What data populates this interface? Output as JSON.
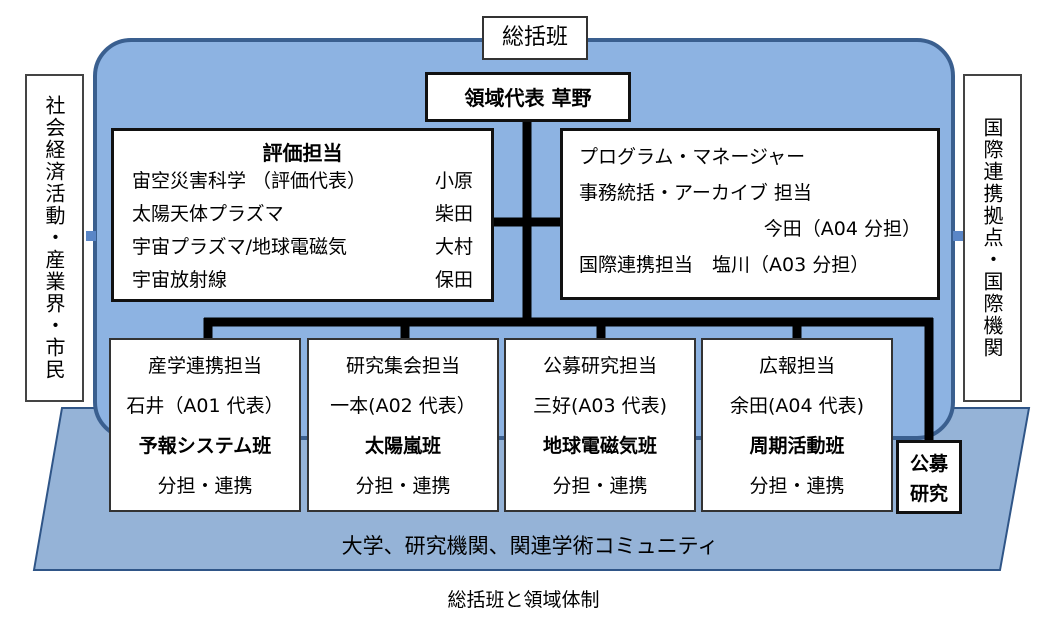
{
  "colors": {
    "panel": "#8db3e2",
    "panel_border": "#3a5f8f",
    "platform": "#95b3d7",
    "platform_border": "#2f5587",
    "connector": "#5a86c7",
    "lines": "#000000"
  },
  "header": {
    "group_label": "総括班",
    "leader": "領域代表 草野"
  },
  "sides": {
    "left": "社会経済活動・産業界・市民",
    "right": "国際連携拠点・国際機関"
  },
  "evaluation": {
    "heading": "評価担当",
    "rows": [
      {
        "field": "宙空災害科学 （評価代表）",
        "person": "小原"
      },
      {
        "field": "太陽天体プラズマ",
        "person": "柴田"
      },
      {
        "field": "宇宙プラズマ/地球電磁気",
        "person": "大村"
      },
      {
        "field": "宇宙放射線",
        "person": "保田"
      }
    ]
  },
  "program": {
    "line1": "プログラム・マネージャー",
    "line2": "事務統括・アーカイブ 担当",
    "line3": "今田（A04 分担）",
    "line4": "国際連携担当　塩川（A03 分担）"
  },
  "teams": [
    {
      "role": "産学連携担当",
      "lead": "石井（A01 代表）",
      "group": "予報システム班",
      "note": "分担・連携"
    },
    {
      "role": "研究集会担当",
      "lead": "一本(A02 代表）",
      "group": "太陽嵐班",
      "note": "分担・連携"
    },
    {
      "role": "公募研究担当",
      "lead": "三好(A03 代表)",
      "group": "地球電磁気班",
      "note": "分担・連携"
    },
    {
      "role": "広報担当",
      "lead": "余田(A04 代表)",
      "group": "周期活動班",
      "note": "分担・連携"
    }
  ],
  "open_research": {
    "line1": "公募",
    "line2": "研究"
  },
  "community": "大学、研究機関、関連学術コミュニティ",
  "caption": "総括班と領域体制"
}
